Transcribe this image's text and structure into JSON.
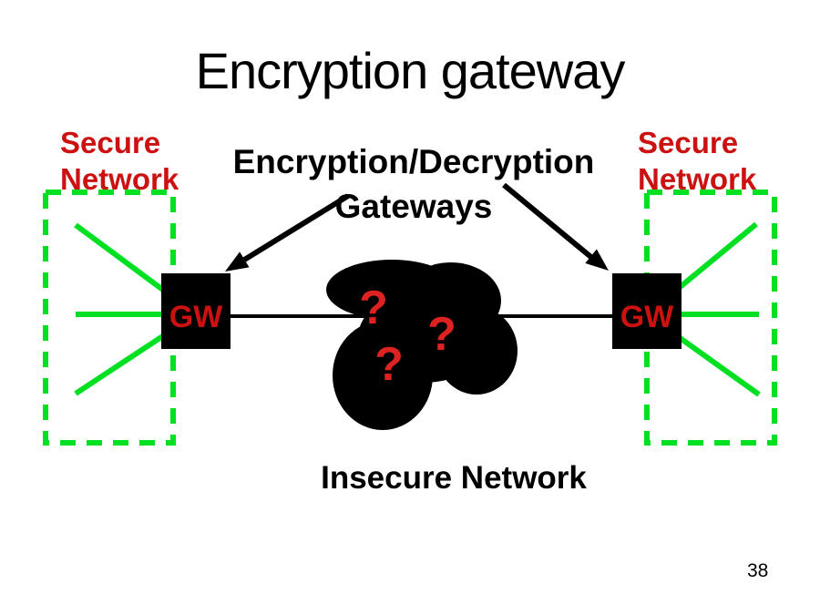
{
  "slide": {
    "title": "Encryption gateway",
    "page_number": "38"
  },
  "diagram": {
    "secure_network_left": {
      "line1": "Secure",
      "line2": "Network"
    },
    "secure_network_right": {
      "line1": "Secure",
      "line2": "Network"
    },
    "gateways_caption": {
      "line1": "Encryption/Decryption",
      "line2": "Gateways"
    },
    "gateway_left_label": "GW",
    "gateway_right_label": "GW",
    "question_marks": [
      "?",
      "?",
      "?"
    ],
    "insecure_network_label": "Insecure Network"
  },
  "colors": {
    "accent_red": "#CC1111",
    "question_red": "#DD2222",
    "network_green": "#00E022",
    "line_black": "#000000",
    "background": "#FFFFFF"
  }
}
